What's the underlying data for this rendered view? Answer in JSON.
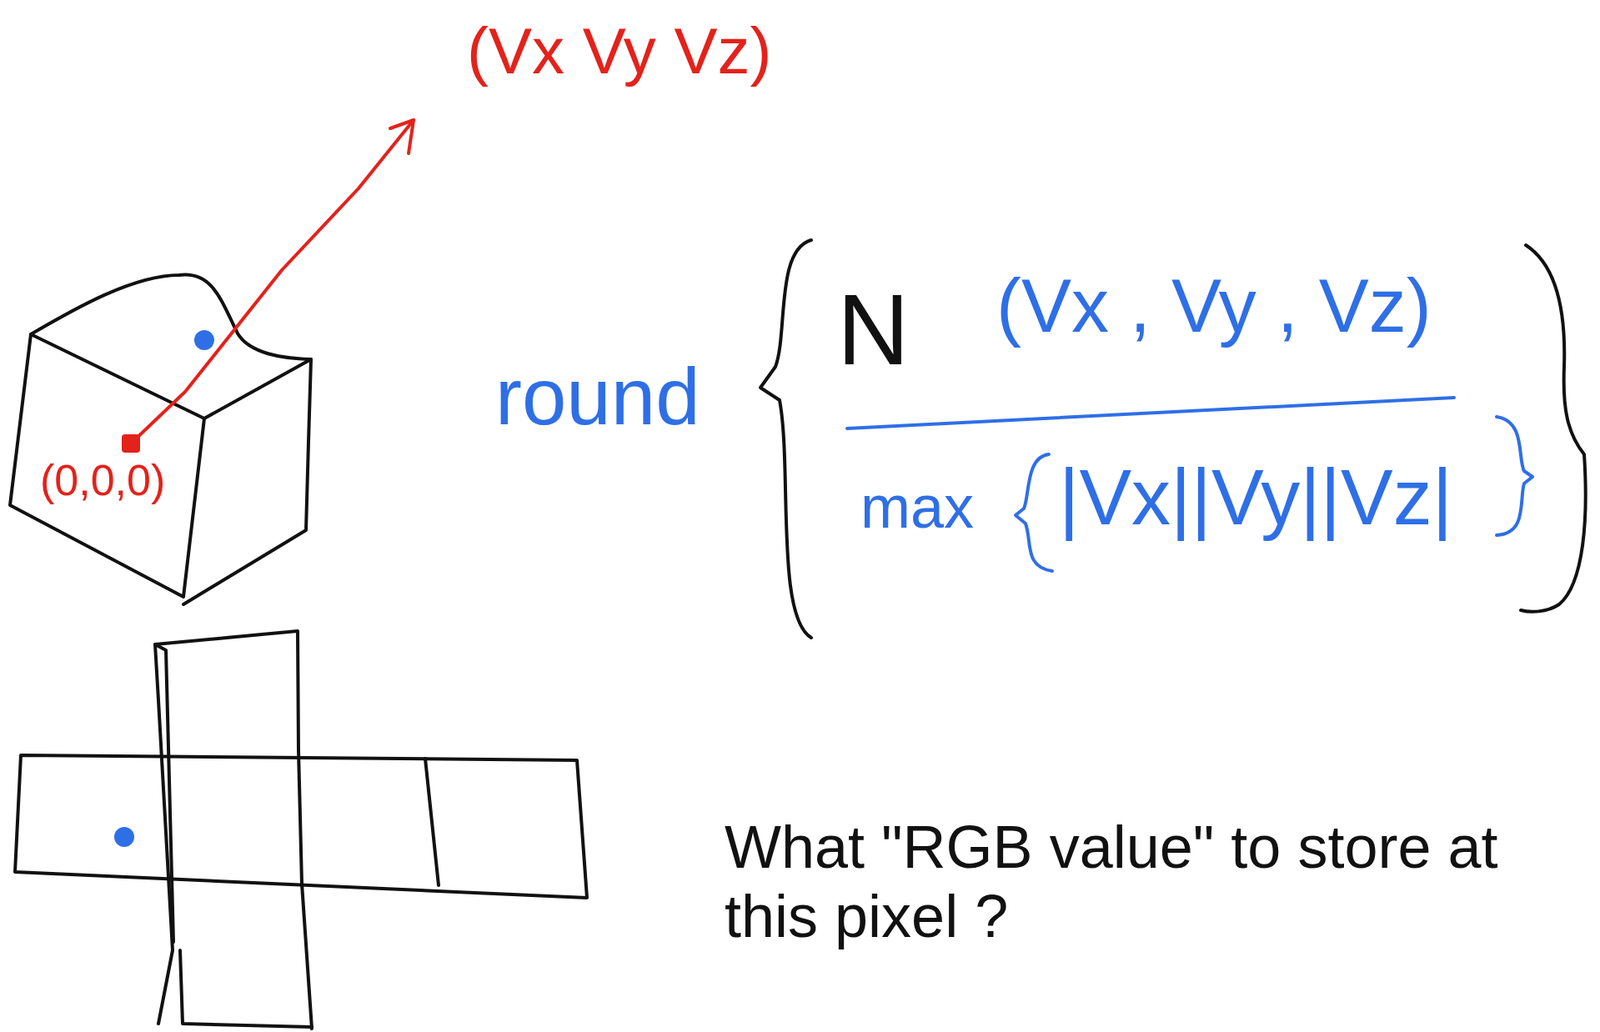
{
  "diagram": {
    "labels": [
      "(Vx Vy Vz)",
      "(0,0,0)",
      "round",
      "N",
      "(Vx , Vy , Vz)",
      "max",
      "|Vx||Vy||Vz|",
      "What \"RGB value\" to store at this pixel ?"
    ]
  }
}
